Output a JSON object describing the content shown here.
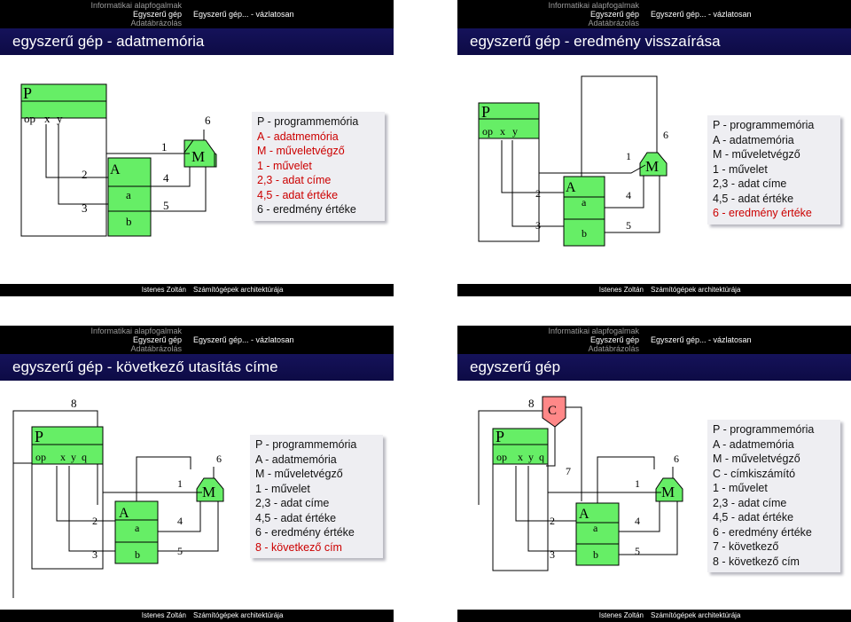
{
  "slides": [
    {
      "nav": {
        "left_line1": "Informatikai alapfogalmak",
        "left_line2": "Egyszerű gép",
        "left_line3": "Adatábrázolás",
        "right_current": "Egyszerű gép... - vázlatosan"
      },
      "title": "egyszerű gép - adatmemória",
      "legend": [
        {
          "text": "P - programmemória",
          "hl": false
        },
        {
          "text": "A - adatmemória",
          "hl": true
        },
        {
          "text": "M - műveletvégző",
          "hl": true
        },
        {
          "text": "1 - művelet",
          "hl": true
        },
        {
          "text": "2,3 - adat címe",
          "hl": true
        },
        {
          "text": "4,5 - adat értéke",
          "hl": true
        },
        {
          "text": "6 - eredmény értéke",
          "hl": false
        }
      ],
      "footer": {
        "author": "Istenes Zoltán",
        "course": "Számítógépek architektúrája"
      }
    },
    {
      "nav": {
        "left_line1": "Informatikai alapfogalmak",
        "left_line2": "Egyszerű gép",
        "left_line3": "Adatábrázolás",
        "right_current": "Egyszerű gép... - vázlatosan"
      },
      "title": "egyszerű gép - eredmény visszaírása",
      "legend": [
        {
          "text": "P - programmemória",
          "hl": false
        },
        {
          "text": "A - adatmemória",
          "hl": false
        },
        {
          "text": "M - műveletvégző",
          "hl": false
        },
        {
          "text": "1 - művelet",
          "hl": false
        },
        {
          "text": "2,3 - adat címe",
          "hl": false
        },
        {
          "text": "4,5 - adat értéke",
          "hl": false
        },
        {
          "text": "6 - eredmény értéke",
          "hl": true
        }
      ],
      "footer": {
        "author": "Istenes Zoltán",
        "course": "Számítógépek architektúrája"
      }
    },
    {
      "nav": {
        "left_line1": "Informatikai alapfogalmak",
        "left_line2": "Egyszerű gép",
        "left_line3": "Adatábrázolás",
        "right_current": "Egyszerű gép... - vázlatosan"
      },
      "title": "egyszerű gép - következő utasítás címe",
      "legend": [
        {
          "text": "P - programmemória",
          "hl": false
        },
        {
          "text": "A - adatmemória",
          "hl": false
        },
        {
          "text": "M - műveletvégző",
          "hl": false
        },
        {
          "text": "1 - művelet",
          "hl": false
        },
        {
          "text": "2,3 - adat címe",
          "hl": false
        },
        {
          "text": "4,5 - adat értéke",
          "hl": false
        },
        {
          "text": "6 - eredmény értéke",
          "hl": false
        },
        {
          "text": "8 - következő cím",
          "hl": true
        }
      ],
      "footer": {
        "author": "Istenes Zoltán",
        "course": "Számítógépek architektúrája"
      }
    },
    {
      "nav": {
        "left_line1": "Informatikai alapfogalmak",
        "left_line2": "Egyszerű gép",
        "left_line3": "Adatábrázolás",
        "right_current": "Egyszerű gép... - vázlatosan"
      },
      "title": "egyszerű gép",
      "legend": [
        {
          "text": "P - programmemória",
          "hl": false
        },
        {
          "text": "A - adatmemória",
          "hl": false
        },
        {
          "text": "M - műveletvégző",
          "hl": false
        },
        {
          "text": "C - címkiszámító",
          "hl": false
        },
        {
          "text": "1 - művelet",
          "hl": false
        },
        {
          "text": "2,3 - adat címe",
          "hl": false
        },
        {
          "text": "4,5 - adat értéke",
          "hl": false
        },
        {
          "text": "6 - eredmény értéke",
          "hl": false
        },
        {
          "text": "7 - következő",
          "hl": false
        },
        {
          "text": "8 - következő cím",
          "hl": false
        }
      ],
      "footer": {
        "author": "Istenes Zoltán",
        "course": "Számítógépek architektúrája"
      }
    }
  ],
  "diagram_labels": {
    "P": "P",
    "A": "A",
    "M": "M",
    "C": "C",
    "op": "op",
    "x": "x",
    "y": "y",
    "q": "q",
    "a": "a",
    "b": "b",
    "n1": "1",
    "n2": "2",
    "n3": "3",
    "n4": "4",
    "n5": "5",
    "n6": "6",
    "n7": "7",
    "n8": "8"
  },
  "colors": {
    "block_fill": "#66ee66",
    "title_bg": "#15125a",
    "bar_bg": "#000000",
    "highlight": "#cc0000"
  }
}
